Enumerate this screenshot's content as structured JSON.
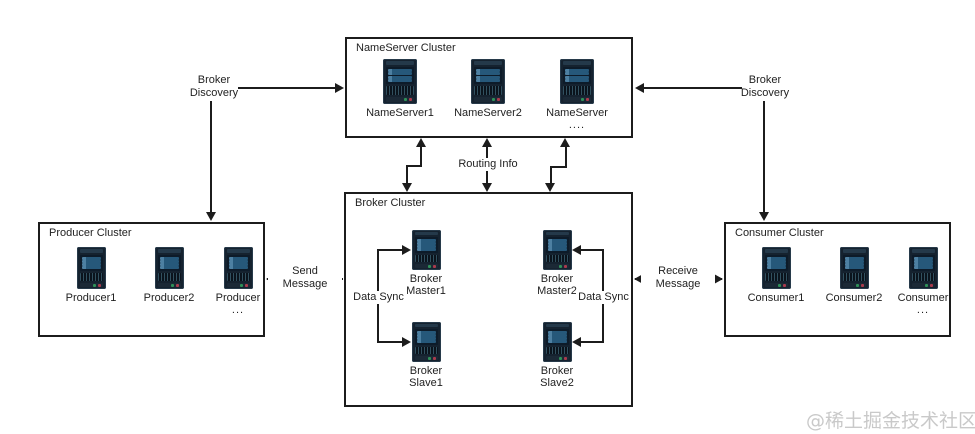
{
  "clusters": {
    "nameserver": {
      "title": "NameServer Cluster",
      "nodes": [
        {
          "label": "NameServer1"
        },
        {
          "label": "NameServer2"
        },
        {
          "label": "NameServer",
          "ellipsis": "...."
        }
      ]
    },
    "broker": {
      "title": "Broker Cluster",
      "nodes": [
        {
          "line1": "Broker",
          "line2": "Master1"
        },
        {
          "line1": "Broker",
          "line2": "Master2"
        },
        {
          "line1": "Broker",
          "line2": "Slave1"
        },
        {
          "line1": "Broker",
          "line2": "Slave2"
        }
      ]
    },
    "producer": {
      "title": "Producer Cluster",
      "nodes": [
        {
          "label": "Producer1"
        },
        {
          "label": "Producer2"
        },
        {
          "label": "Producer",
          "ellipsis": "..."
        }
      ]
    },
    "consumer": {
      "title": "Consumer Cluster",
      "nodes": [
        {
          "label": "Consumer1"
        },
        {
          "label": "Consumer2"
        },
        {
          "label": "Consumer",
          "ellipsis": "..."
        }
      ]
    }
  },
  "edges": {
    "broker_discovery_left": {
      "line1": "Broker",
      "line2": "Discovery"
    },
    "broker_discovery_right": {
      "line1": "Broker",
      "line2": "Discovery"
    },
    "routing_info": {
      "label": "Routing Info"
    },
    "send_message": {
      "line1": "Send",
      "line2": "Message"
    },
    "receive_message": {
      "line1": "Receive",
      "line2": "Message"
    },
    "data_sync_left": {
      "label": "Data Sync"
    },
    "data_sync_right": {
      "label": "Data Sync"
    }
  },
  "watermark": {
    "text": "@稀土掘金技术社区"
  },
  "colors": {
    "line": "#1c1c1c",
    "text": "#1f1f1f",
    "watermark": "#c9c9c9",
    "server_body": "#15222f",
    "server_top": "#24394a",
    "server_screen": "#0d1b29",
    "server_bar": "#26587a",
    "server_bar_accent": "#4d80a2",
    "server_grille_dark": "#0a131c",
    "server_grille_light": "#31505f",
    "server_base": "#1b2936",
    "led_green": "#2f9158",
    "led_red": "#aa3b4d"
  }
}
